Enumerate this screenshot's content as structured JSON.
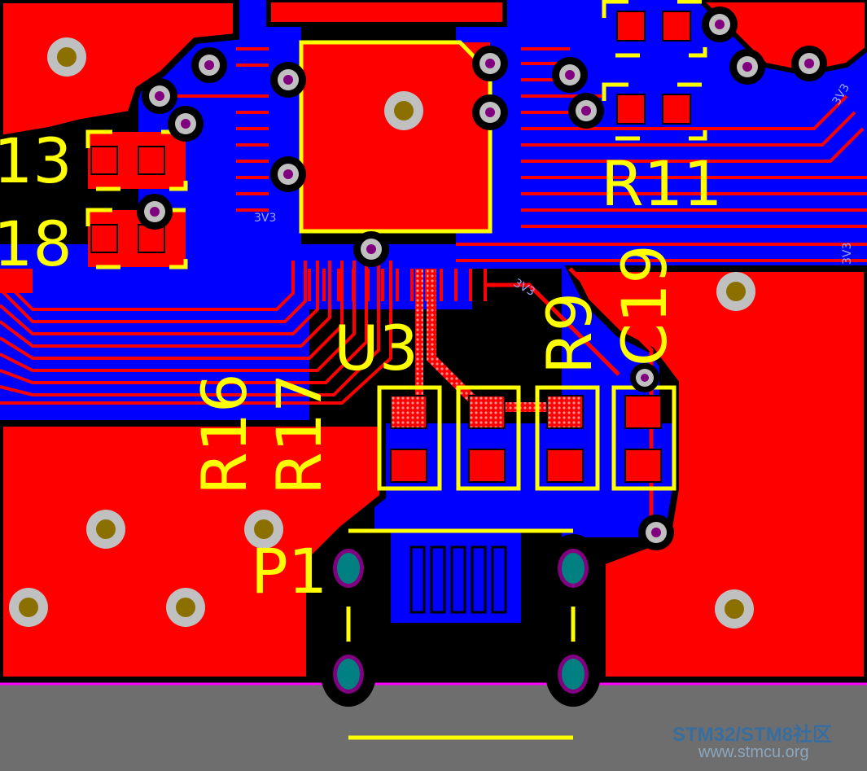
{
  "board": {
    "designators": {
      "r13_partial": "13",
      "r18_partial": "18",
      "r11": "R11",
      "u3": "U3",
      "r9": "R9",
      "c19": "C19",
      "r16": "R16",
      "r17": "R17",
      "p1": "P1"
    },
    "net_labels": [
      "3V3",
      "3V3",
      "3V3",
      "3V3"
    ]
  },
  "watermark": {
    "line1": "STM32/STM8社区",
    "line2": "www.stmcu.org"
  },
  "colors": {
    "top_copper": "#FF0000",
    "bottom_copper": "#0000FF",
    "silkscreen": "#FFFF00",
    "board_cutout": "#6E6E6E",
    "board_edge": "#FF00FF",
    "via_ring": "#C0C0C0",
    "mounting_hole": "#8B7000",
    "slot_pad": "#008080",
    "clearance": "#000000"
  }
}
